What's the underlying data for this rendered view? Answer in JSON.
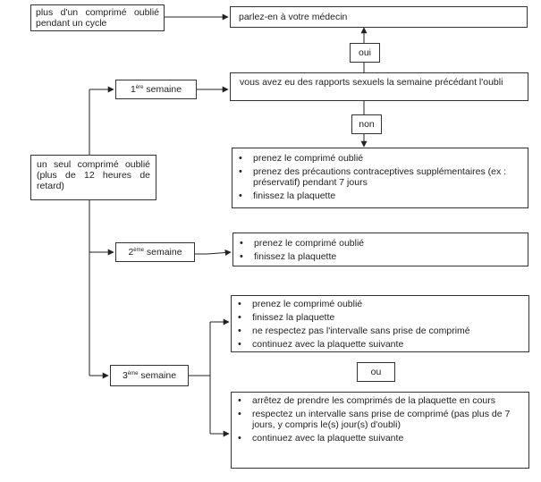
{
  "start_box": {
    "text": "plus d'un comprimé oublié pendant un cycle"
  },
  "doctor_box": {
    "text": "parlez-en à votre médecin"
  },
  "oui_box": {
    "text": "oui"
  },
  "non_box": {
    "text": "non"
  },
  "ou_box": {
    "text": "ou"
  },
  "question_box": {
    "text": "vous avez eu des rapports sexuels la semaine précédant l'oubli"
  },
  "main_box": {
    "text": "un seul comprimé oublié (plus de 12 heures de retard)"
  },
  "week1": {
    "num": "1",
    "sup": "ère",
    "label": " semaine"
  },
  "week2": {
    "num": "2",
    "sup": "ème",
    "label": " semaine"
  },
  "week3": {
    "num": "3",
    "sup": "ème",
    "label": " semaine"
  },
  "week1_actions": [
    "prenez le comprimé oublié",
    "prenez des précautions contraceptives supplémentaires (ex : préservatif) pendant 7 jours",
    "finissez la plaquette"
  ],
  "week2_actions": [
    "prenez le comprimé oublié",
    "finissez la plaquette"
  ],
  "week3_option1": [
    "prenez le comprimé oublié",
    "finissez la plaquette",
    "ne respectez pas l'intervalle sans prise de comprimé",
    "continuez avec la plaquette suivante"
  ],
  "week3_option2": [
    "arrêtez de prendre les comprimés de la plaquette en cours",
    "respectez un intervalle sans prise de comprimé (pas plus de 7 jours, y compris le(s) jour(s) d'oubli)",
    "continuez avec la plaquette suivante"
  ]
}
